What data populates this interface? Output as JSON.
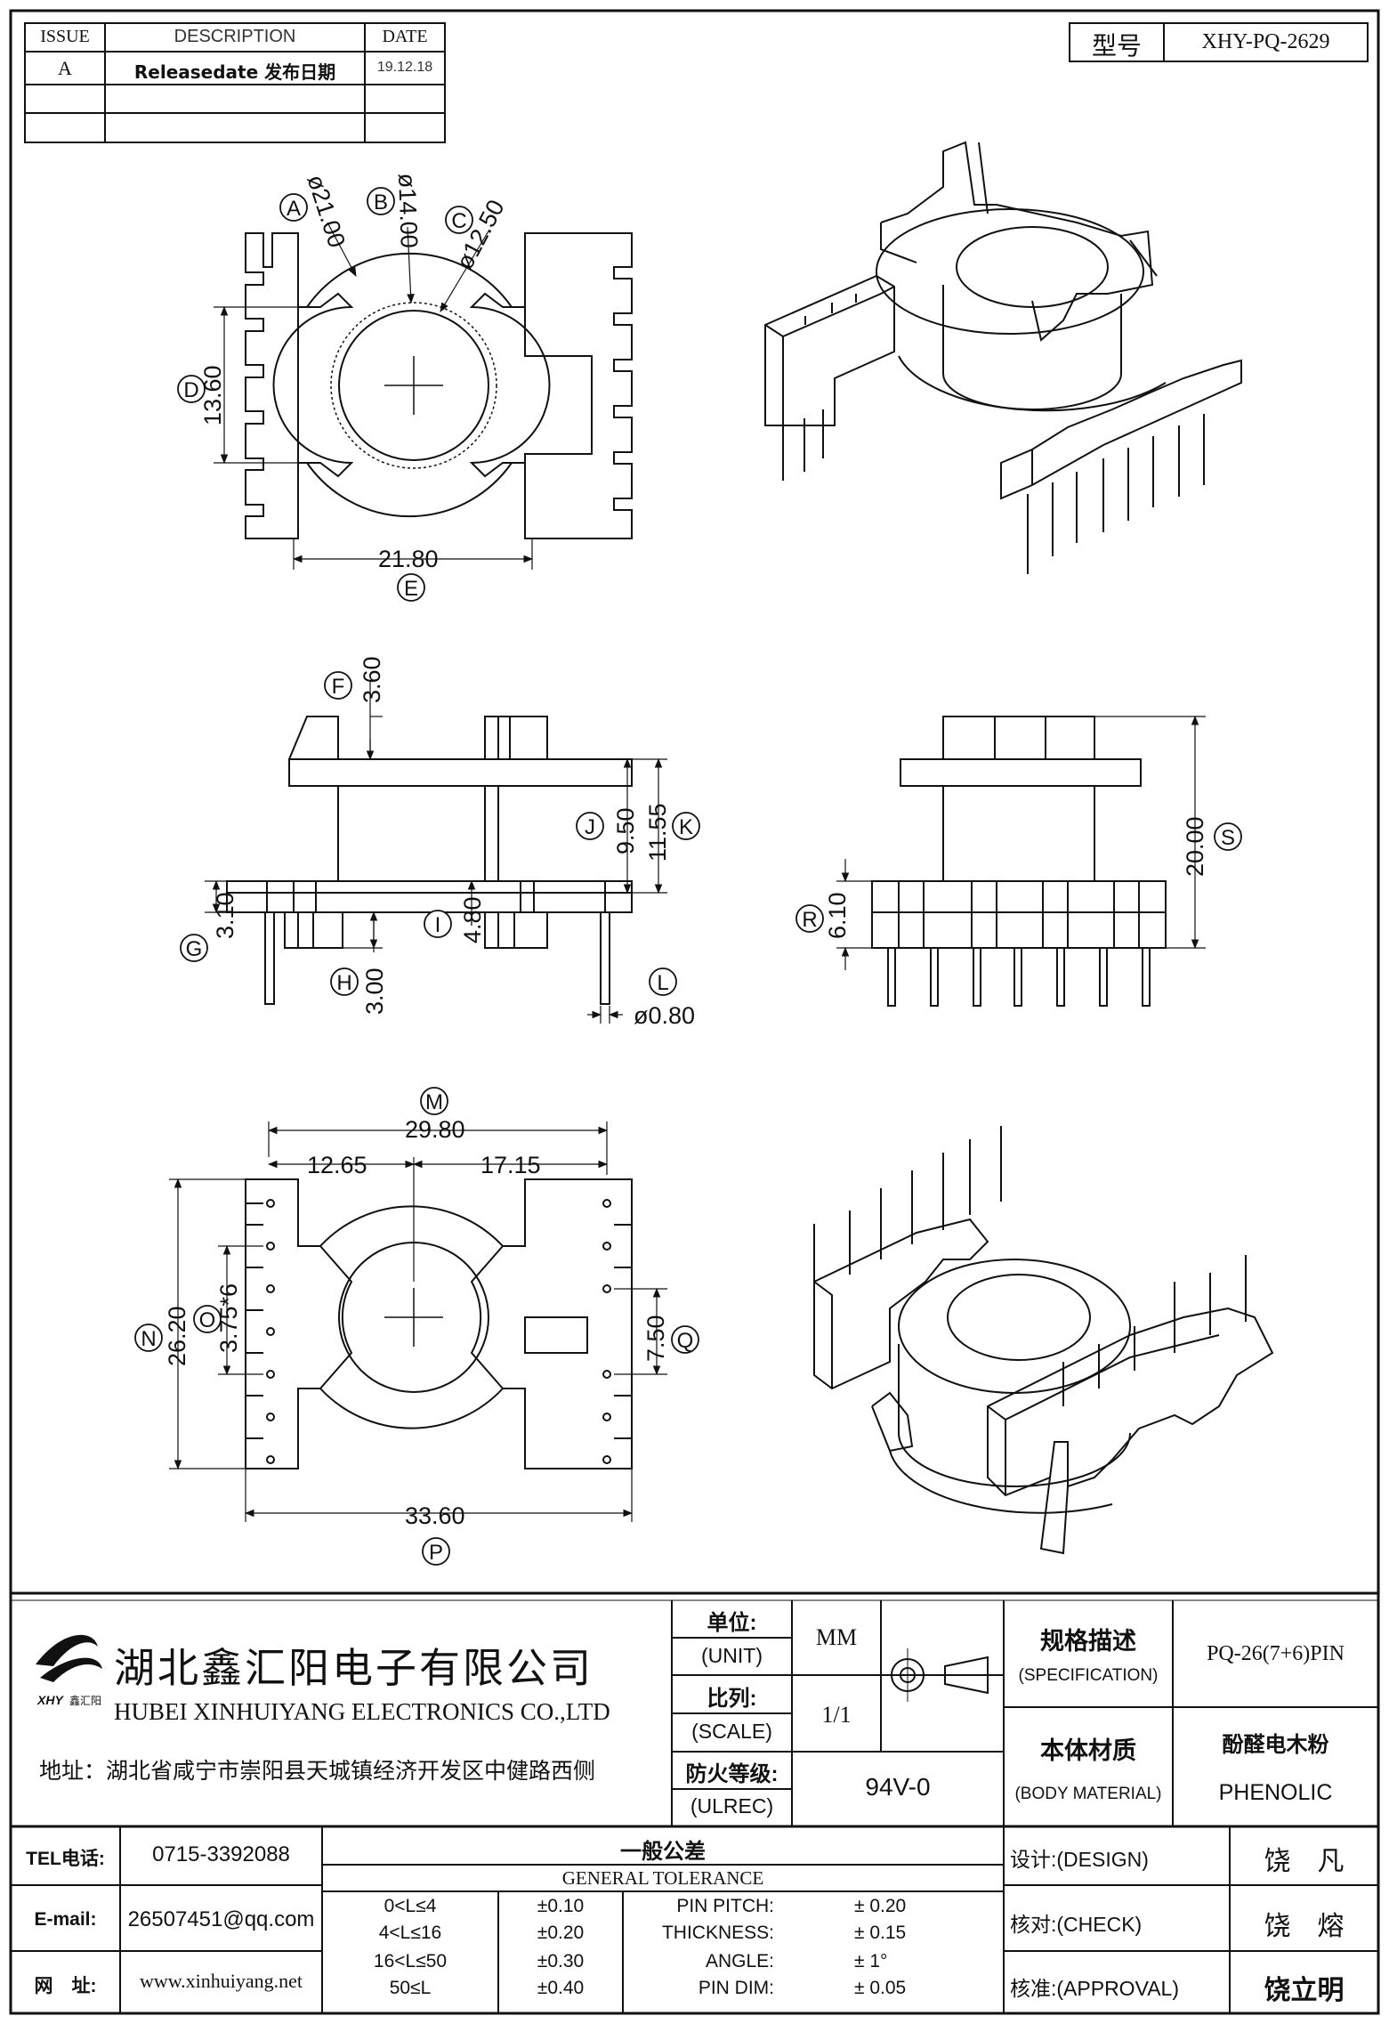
{
  "revision_table": {
    "headers": [
      "ISSUE",
      "DESCRIPTION",
      "DATE"
    ],
    "rows": [
      {
        "issue": "A",
        "description": "Releasedate 发布日期",
        "date": "19.12.18"
      },
      {
        "issue": "",
        "description": "",
        "date": ""
      },
      {
        "issue": "",
        "description": "",
        "date": ""
      }
    ]
  },
  "model": {
    "label": "型号",
    "value": "XHY-PQ-2629"
  },
  "views": {
    "top": {
      "circles": [
        "A",
        "B",
        "C",
        "D",
        "E"
      ],
      "dims": {
        "a": "ø21.00",
        "b": "ø14.00",
        "c": "ø12.50",
        "d": "13.60",
        "e": "21.80"
      }
    },
    "side": {
      "circles": [
        "F",
        "G",
        "H",
        "I",
        "J",
        "K",
        "L"
      ],
      "dims": {
        "f": "3.60",
        "g": "3.10",
        "h": "3.00",
        "i": "4.80",
        "j": "9.50",
        "k": "11.55",
        "l": "ø0.80"
      }
    },
    "front": {
      "circles": [
        "R",
        "S"
      ],
      "dims": {
        "r": "6.10",
        "s": "20.00"
      }
    },
    "bottom": {
      "circles": [
        "M",
        "N",
        "O",
        "P",
        "Q"
      ],
      "dims": {
        "m": "29.80",
        "m_left": "12.65",
        "m_right": "17.15",
        "n": "26.20",
        "o": "3.75*6",
        "p": "33.60",
        "q": "7.50"
      }
    }
  },
  "title_block": {
    "company_cn": "湖北鑫汇阳电子有限公司",
    "company_en": "HUBEI XINHUIYANG ELECTRONICS CO.,LTD",
    "logo_text": "XHY 鑫汇阳",
    "address": "地址：湖北省咸宁市崇阳县天城镇经济开发区中健路西侧",
    "unit_label_cn": "单位:",
    "unit_label_en": "(UNIT)",
    "unit_value": "MM",
    "scale_label_cn": "比列:",
    "scale_label_en": "(SCALE)",
    "scale_value": "1/1",
    "ulrec_label_cn": "防火等级:",
    "ulrec_label_en": "(ULREC)",
    "ulrec_value": "94V-0",
    "spec_label_cn": "规格描述",
    "spec_label_en": "(SPECIFICATION)",
    "spec_value": "PQ-26(7+6)PIN",
    "material_label_cn": "本体材质",
    "material_label_en": "(BODY MATERIAL)",
    "material_value_cn": "酚醛电木粉",
    "material_value_en": "PHENOLIC",
    "tel_label": "TEL电话:",
    "tel_value": "0715-3392088",
    "email_label": "E-mail:",
    "email_value": "26507451@qq.com",
    "web_label": "网　址:",
    "web_value": "www.xinhuiyang.net",
    "tolerance_cn": "一般公差",
    "tolerance_en": "GENERAL TOLERANCE",
    "tolerance_rows": [
      {
        "range": "0<L≤4",
        "tol": "±0.10"
      },
      {
        "range": "4<L≤16",
        "tol": "±0.20"
      },
      {
        "range": "16<L≤50",
        "tol": "±0.30"
      },
      {
        "range": "50≤L",
        "tol": "±0.40"
      }
    ],
    "tolerance_params": [
      {
        "name": "PIN PITCH:",
        "value": "± 0.20"
      },
      {
        "name": "THICKNESS:",
        "value": "± 0.15"
      },
      {
        "name": "ANGLE:",
        "value": "± 1°"
      },
      {
        "name": "PIN DIM:",
        "value": "± 0.05"
      }
    ],
    "design_label": "设计:(DESIGN)",
    "design_value": "饶　凡",
    "check_label": "核对:(CHECK)",
    "check_value": "饶　熔",
    "approval_label": "核准:(APPROVAL)",
    "approval_value": "饶立明"
  }
}
